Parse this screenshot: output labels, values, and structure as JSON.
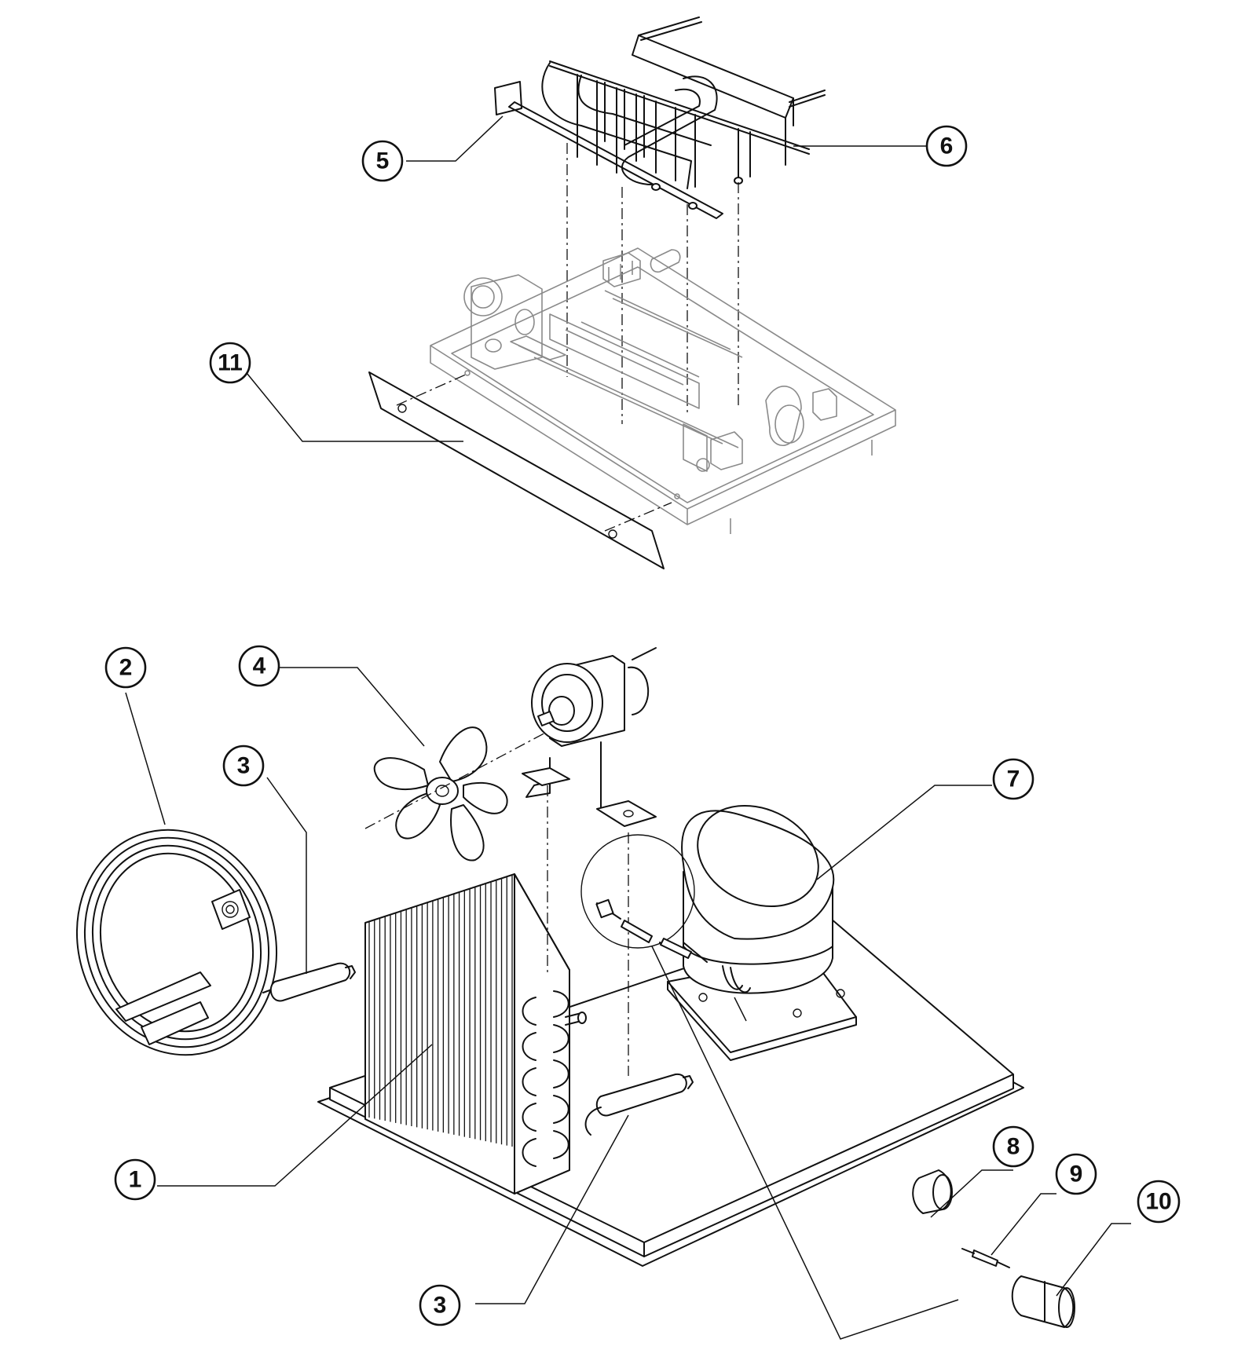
{
  "callouts": [
    {
      "id": "c5",
      "label": "5"
    },
    {
      "id": "c6",
      "label": "6"
    },
    {
      "id": "c11",
      "label": "11"
    },
    {
      "id": "c2",
      "label": "2"
    },
    {
      "id": "c4",
      "label": "4"
    },
    {
      "id": "c3a",
      "label": "3"
    },
    {
      "id": "c7",
      "label": "7"
    },
    {
      "id": "c1",
      "label": "1"
    },
    {
      "id": "c8",
      "label": "8"
    },
    {
      "id": "c9",
      "label": "9"
    },
    {
      "id": "c10",
      "label": "10"
    },
    {
      "id": "c3b",
      "label": "3"
    }
  ]
}
